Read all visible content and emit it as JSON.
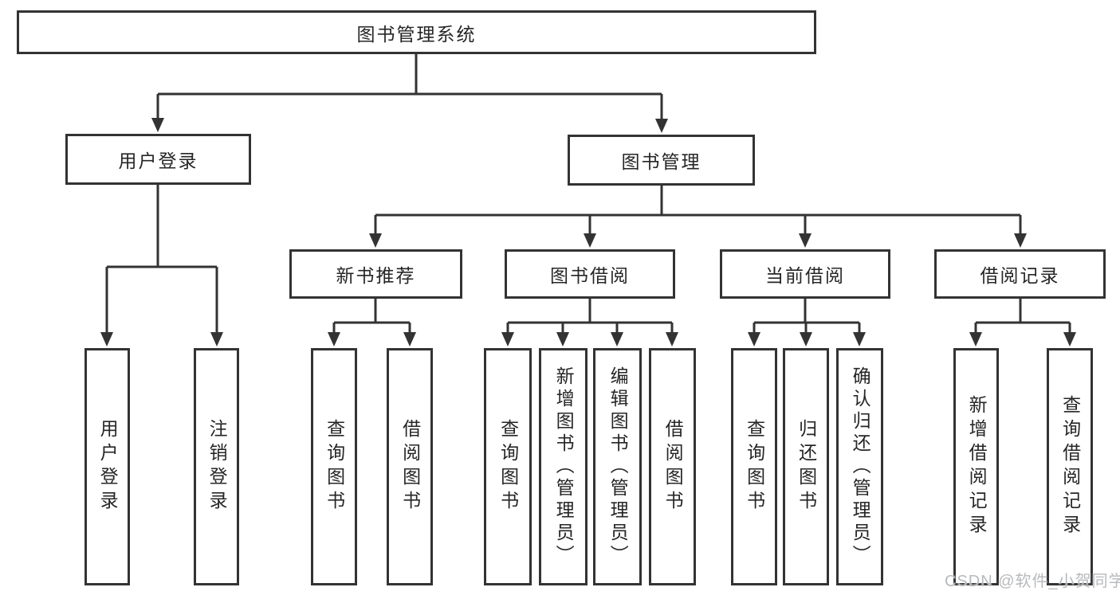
{
  "diagram_title": "图书管理系统",
  "tree": {
    "root": {
      "label": "图书管理系统",
      "children": [
        {
          "label": "用户登录",
          "children": [
            {
              "label": "用户登录"
            },
            {
              "label": "注销登录"
            }
          ]
        },
        {
          "label": "图书管理",
          "children": [
            {
              "label": "新书推荐",
              "children": [
                {
                  "label": "查询图书"
                },
                {
                  "label": "借阅图书"
                }
              ]
            },
            {
              "label": "图书借阅",
              "children": [
                {
                  "label": "查询图书"
                },
                {
                  "label": "新增图书（管理员）"
                },
                {
                  "label": "编辑图书（管理员）"
                },
                {
                  "label": "借阅图书"
                }
              ]
            },
            {
              "label": "当前借阅",
              "children": [
                {
                  "label": "查询图书"
                },
                {
                  "label": "归还图书"
                },
                {
                  "label": "确认归还（管理员）"
                }
              ]
            },
            {
              "label": "借阅记录",
              "children": [
                {
                  "label": "新增借阅记录"
                },
                {
                  "label": "查询借阅记录"
                }
              ]
            }
          ]
        }
      ]
    }
  },
  "watermark": {
    "text": "CSDN @软件_小贺同学"
  },
  "colors": {
    "line": "#333333",
    "box_border": "#333333",
    "text": "#262626",
    "background": "#ffffff",
    "watermark": "#b7babd"
  }
}
